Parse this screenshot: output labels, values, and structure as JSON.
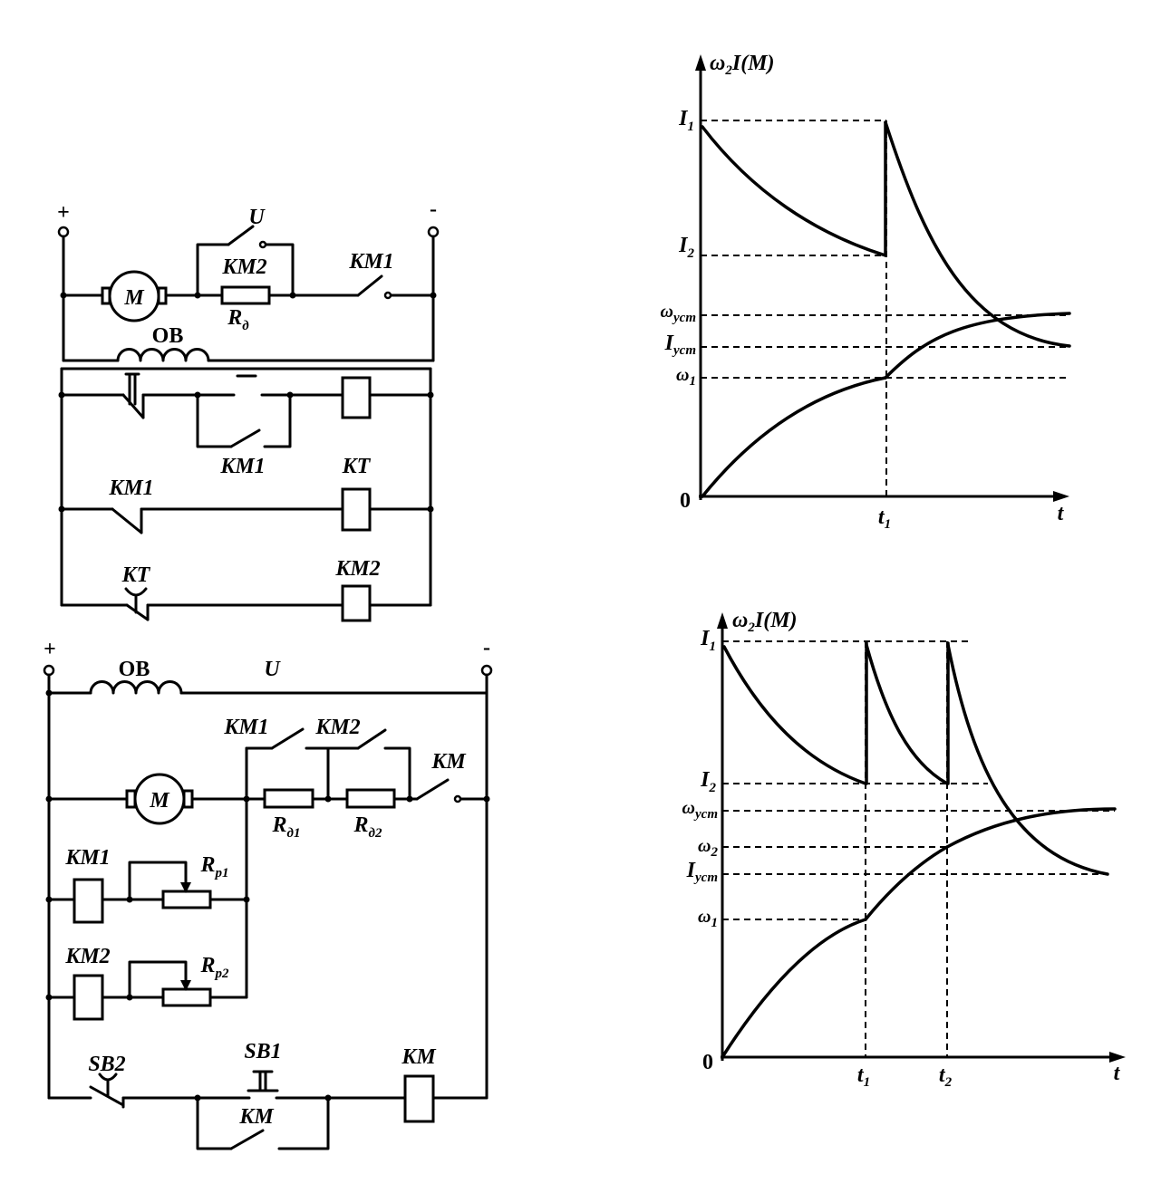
{
  "circuit_top": {
    "plus_terminal": "+",
    "minus_terminal": "-",
    "bypass_contact_label": "U",
    "resistor_contact_label": "KM2",
    "line_contact_label": "KM1",
    "motor_label": "M",
    "armature_resistor": {
      "main": "R",
      "sub": "д"
    },
    "field_winding_label": "ОВ",
    "holding_contact_label": "KM1",
    "timer_coil_label": "KT",
    "nc_contact_label": "KM1",
    "timer_contact_label": "KT",
    "km2_coil_label": "KM2"
  },
  "circuit_bottom": {
    "plus_terminal": "+",
    "minus_terminal": "-",
    "field_winding_label": "ОВ",
    "supply_label": "U",
    "km1_contact_label": "KM1",
    "km2_contact_label": "KM2",
    "line_contact_label": "KM",
    "motor_label": "M",
    "resistor_1": {
      "main": "R",
      "sub": "д1"
    },
    "resistor_2": {
      "main": "R",
      "sub": "д2"
    },
    "km1_coil_label": "KM1",
    "rheostat_1": {
      "main": "R",
      "sub": "р1"
    },
    "km2_coil_label": "KM2",
    "rheostat_2": {
      "main": "R",
      "sub": "р2"
    },
    "stop_button_label": "SB2",
    "start_button_label": "SB1",
    "main_coil_label": "KM",
    "holding_contact_label": "KM"
  },
  "graph_top": {
    "y_axis_label": {
      "pre": "ω",
      "sub": "2",
      "post": "I(M)"
    },
    "i1": {
      "main": "I",
      "sub": "1"
    },
    "i2": {
      "main": "I",
      "sub": "2"
    },
    "w_ust": {
      "main": "ω",
      "sub": "уст"
    },
    "i_ust": {
      "main": "I",
      "sub": "уст"
    },
    "w1": {
      "main": "ω",
      "sub": "1"
    },
    "origin": "0",
    "t1": {
      "main": "t",
      "sub": "1"
    },
    "x_axis_label": "t"
  },
  "graph_bottom": {
    "y_axis_label": {
      "pre": "ω",
      "sub": "2",
      "post": "I(M)"
    },
    "i1": {
      "main": "I",
      "sub": "1"
    },
    "i2": {
      "main": "I",
      "sub": "2"
    },
    "w_ust": {
      "main": "ω",
      "sub": "уст"
    },
    "w2": {
      "main": "ω",
      "sub": "2"
    },
    "i_ust": {
      "main": "I",
      "sub": "уст"
    },
    "w1": {
      "main": "ω",
      "sub": "1"
    },
    "origin": "0",
    "t1": {
      "main": "t",
      "sub": "1"
    },
    "t2": {
      "main": "t",
      "sub": "2"
    },
    "x_axis_label": "t"
  }
}
